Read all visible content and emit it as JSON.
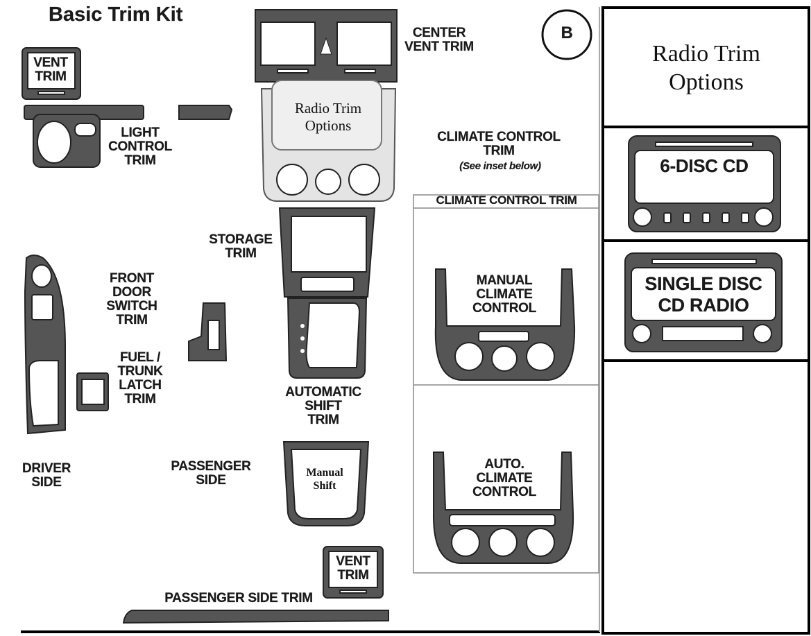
{
  "title": "Basic Trim Kit",
  "badge": "B",
  "labels": {
    "vent_trim_top": "VENT\nTRIM",
    "light_control": "LIGHT\nCONTROL\nTRIM",
    "center_vent": "CENTER\nVENT TRIM",
    "radio_inner": "Radio Trim\nOptions",
    "climate_control": "CLIMATE CONTROL\nTRIM",
    "see_inset": "(See inset below)",
    "climate_header": "CLIMATE CONTROL TRIM",
    "storage": "STORAGE\nTRIM",
    "front_door": "FRONT\nDOOR\nSWITCH\nTRIM",
    "fuel_trunk": "FUEL /\nTRUNK\nLATCH\nTRIM",
    "manual_climate": "MANUAL\nCLIMATE\nCONTROL",
    "auto_shift": "AUTOMATIC\nSHIFT\nTRIM",
    "auto_climate": "AUTO.\nCLIMATE\nCONTROL",
    "driver_side": "DRIVER\nSIDE",
    "passenger_side": "PASSENGER\nSIDE",
    "manual_shift": "Manual\nShift",
    "vent_trim_bottom": "VENT\nTRIM",
    "passenger_side_trim": "PASSENGER SIDE TRIM"
  },
  "radio_panel": {
    "header": "Radio Trim\nOptions",
    "option1": "6-DISC CD",
    "option2": "SINGLE DISC\nCD RADIO"
  }
}
